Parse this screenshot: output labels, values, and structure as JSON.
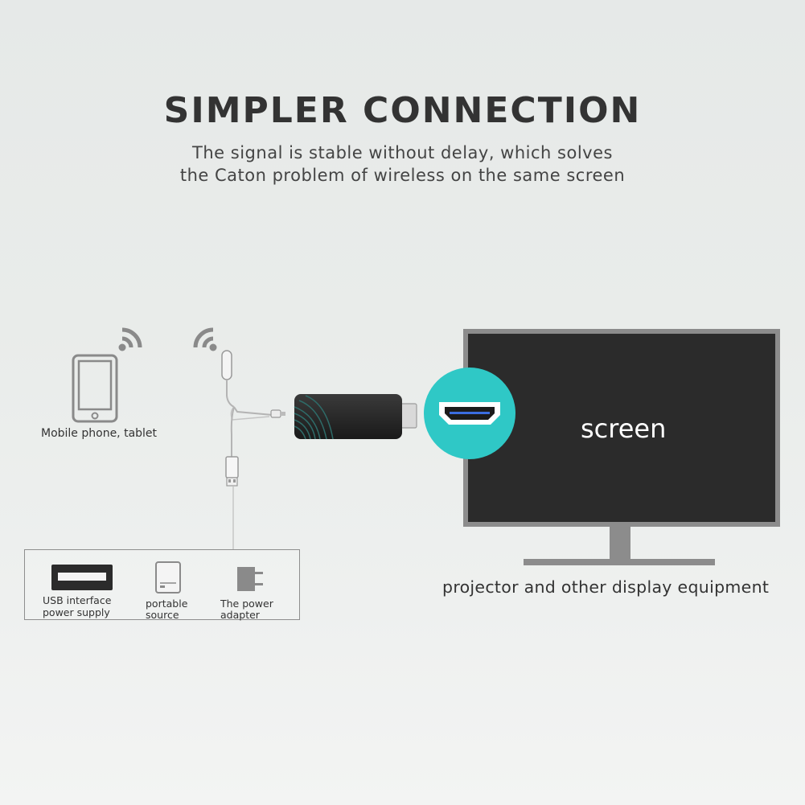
{
  "title": "SIMPLER CONNECTION",
  "subtitle_line1": "The signal is stable without delay, which solves",
  "subtitle_line2": "the Caton problem of wireless on the same screen",
  "phone_label": "Mobile phone, tablet",
  "power_sources": {
    "usb_line1": "USB interface",
    "usb_line2": "power supply",
    "portable_line1": "portable",
    "portable_line2": "source",
    "adapter_line1": "The power",
    "adapter_line2": "adapter"
  },
  "tv_label": "screen",
  "display_caption": "projector and other display equipment",
  "colors": {
    "accent_teal": "#2fc8c6",
    "tv_screen": "#2b2b2b",
    "tv_frame": "#8c8c8c",
    "icon_gray": "#8a8a8a"
  },
  "icons": [
    "wifi-signal-icon",
    "tablet-icon",
    "usb-port-icon",
    "power-bank-icon",
    "power-adapter-icon",
    "hdmi-icon"
  ]
}
